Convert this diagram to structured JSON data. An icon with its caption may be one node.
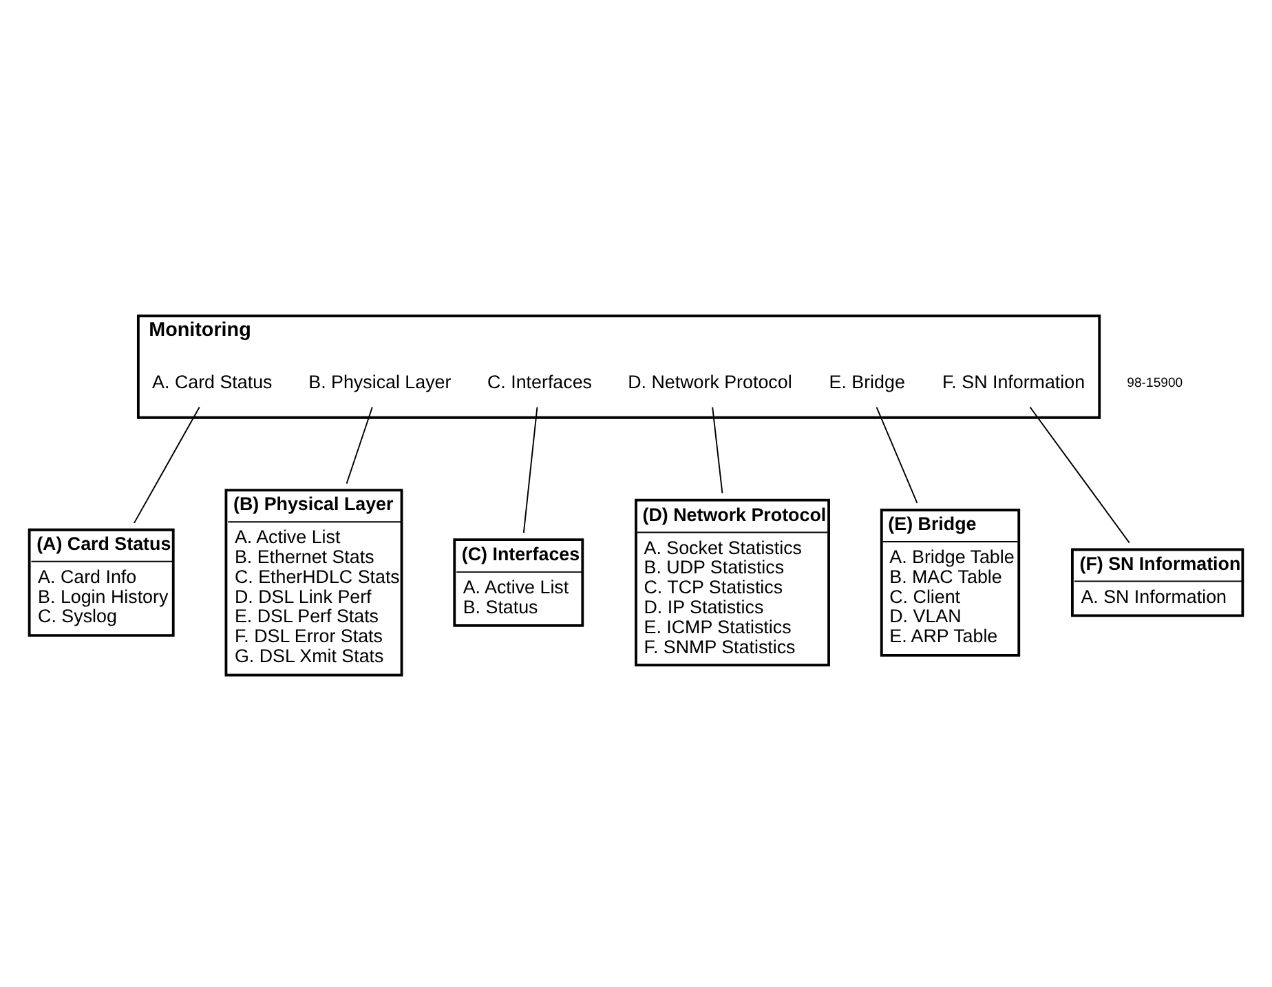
{
  "diagram": {
    "nodes": [
      {
        "text": [
          "Monitoring"
        ]
      },
      {
        "text": [
          "A. Card Status"
        ],
        "in": 0
      },
      {
        "text": [
          "B. Physical Layer"
        ],
        "in": 0
      },
      {
        "text": [
          "C. Interfaces"
        ],
        "in": 0
      },
      {
        "text": [
          "D. Network Protocol"
        ],
        "in": 0
      },
      {
        "text": [
          "E. Bridge"
        ],
        "in": 0
      },
      {
        "text": [
          "F. SN Information"
        ],
        "in": 0
      },
      {
        "text": [
          "(A) Card Status",
          "A. Card Info",
          "B. Login History",
          "C. Syslog"
        ]
      },
      {
        "text": [
          "(C) Interfaces",
          "A. Active List",
          "B. Status"
        ]
      },
      {
        "text": [
          "(E) Bridge",
          "A. Bridge Table",
          "B. MAC Table",
          "C. Client",
          "D. VLAN",
          "E. ARP Table"
        ]
      },
      {
        "text": [
          "(B) Physical Layer",
          "A. Active List",
          "B. Ethernet Stats",
          "C. EtherHDLC Stats",
          "D. DSL Link Perf",
          "E. DSL Perf Stats",
          "F. DSL Error Stats",
          "G. DSL Xmit Stats"
        ]
      },
      {
        "text": [
          "(D) Network Protocol",
          "A. Socket Statistics",
          "B. UDP Statistics",
          "C. TCP Statistics",
          "D. IP Statistics",
          "E. ICMP Statistics",
          "F. SNMP Statistics"
        ]
      },
      {
        "text": [
          "(F) SN Information",
          "A. SN Information"
        ]
      }
    ],
    "edges": [
      {
        "from": 1,
        "to": 7,
        "arrow": "none"
      },
      {
        "from": 2,
        "to": 10,
        "arrow": "none"
      },
      {
        "from": 3,
        "to": 8,
        "arrow": "none"
      },
      {
        "from": 4,
        "to": 11,
        "arrow": "none"
      },
      {
        "from": 5,
        "to": 9,
        "arrow": "none"
      },
      {
        "from": 6,
        "to": 12,
        "arrow": "none"
      }
    ],
    "labels": [
      "98-15900"
    ]
  }
}
